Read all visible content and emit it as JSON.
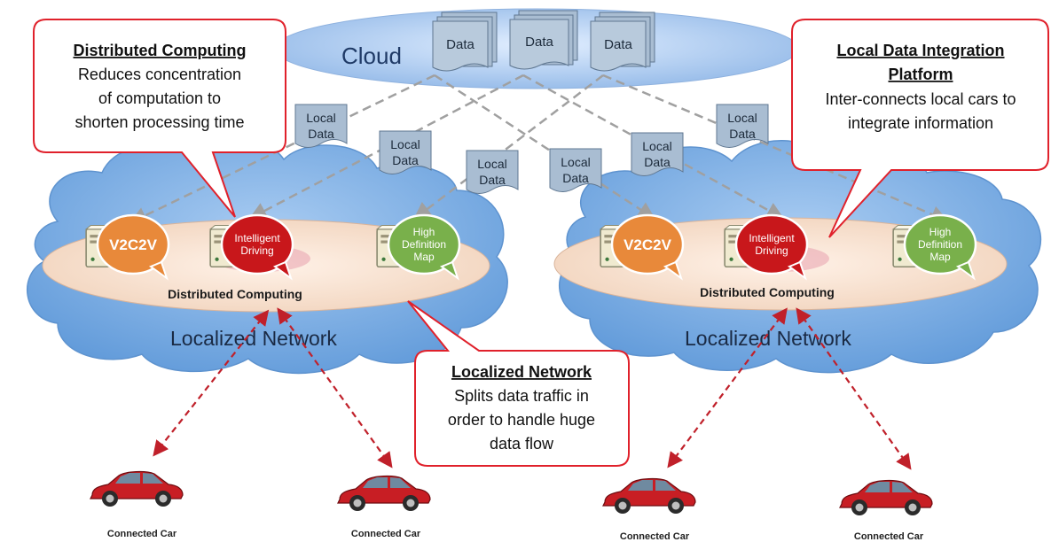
{
  "cloud": {
    "label": "Cloud",
    "data_docs": [
      "Data",
      "Data",
      "Data"
    ]
  },
  "local_data": {
    "line1": "Local",
    "line2": "Data"
  },
  "networks": [
    {
      "name": "Localized Network",
      "ring_label": "Distributed Computing",
      "bubbles": [
        {
          "lines": [
            "V2C2V"
          ],
          "color": "#e8893a"
        },
        {
          "lines": [
            "Intelligent",
            "Driving"
          ],
          "color": "#c8171b"
        },
        {
          "lines": [
            "High",
            "Definition",
            "Map"
          ],
          "color": "#79b04b"
        }
      ]
    },
    {
      "name": "Localized Network",
      "ring_label": "Distributed Computing",
      "bubbles": [
        {
          "lines": [
            "V2C2V"
          ],
          "color": "#e8893a"
        },
        {
          "lines": [
            "Intelligent",
            "Driving"
          ],
          "color": "#c8171b"
        },
        {
          "lines": [
            "High",
            "Definition",
            "Map"
          ],
          "color": "#79b04b"
        }
      ]
    }
  ],
  "callouts": {
    "distributed": {
      "title": "Distributed Computing",
      "lines": [
        "Reduces concentration",
        "of computation to",
        "shorten processing time"
      ]
    },
    "integration": {
      "title_lines": [
        "Local Data Integration",
        "Platform"
      ],
      "lines": [
        "Inter-connects local cars to",
        "integrate information"
      ]
    },
    "localized": {
      "title": "Localized Network",
      "lines": [
        "Splits data traffic in",
        "order to handle huge",
        "data flow"
      ]
    }
  },
  "cars": [
    "Connected Car",
    "Connected Car",
    "Connected Car",
    "Connected Car"
  ],
  "colors": {
    "cloud_top": "#9ec0ea",
    "local_cloud": "#7fb0e3",
    "ring": "#f6dcc8",
    "doc": "#a9bdd2",
    "callout_border": "#e0212b",
    "dash_gray": "#a0a0a0",
    "dash_red": "#c0202a",
    "car": "#c81e24"
  },
  "icons": [
    "server-icon",
    "car-icon",
    "document-icon"
  ]
}
